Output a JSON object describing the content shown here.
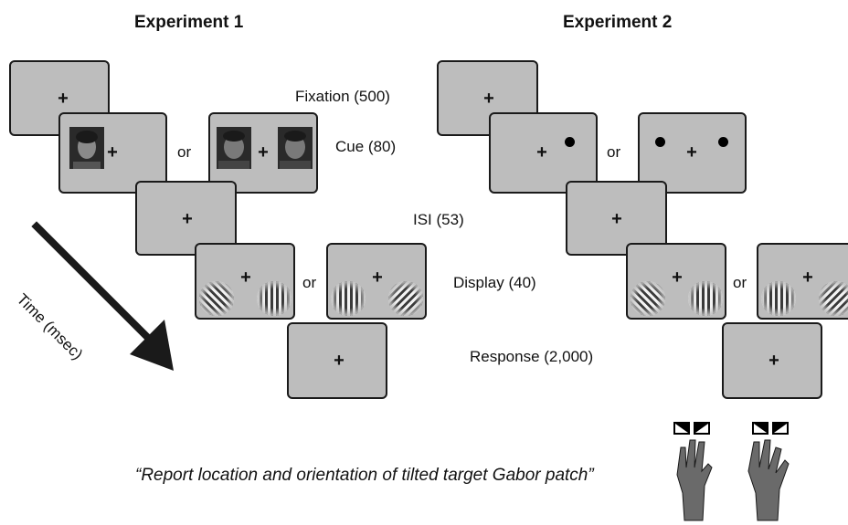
{
  "experiments": [
    {
      "title": "Experiment 1"
    },
    {
      "title": "Experiment 2"
    }
  ],
  "stages": {
    "fixation": "Fixation (500)",
    "cue": "Cue (80)",
    "isi": "ISI (53)",
    "display": "Display (40)",
    "response": "Response (2,000)"
  },
  "fixation_symbol": "+",
  "or_label": "or",
  "time_axis_label": "Time (msec)",
  "instruction": "“Report location and orientation of tilted target Gabor patch”",
  "colors": {
    "screen_fill": "#bdbdbd",
    "screen_border": "#1a1a1a",
    "arrow": "#1a1a1a"
  }
}
